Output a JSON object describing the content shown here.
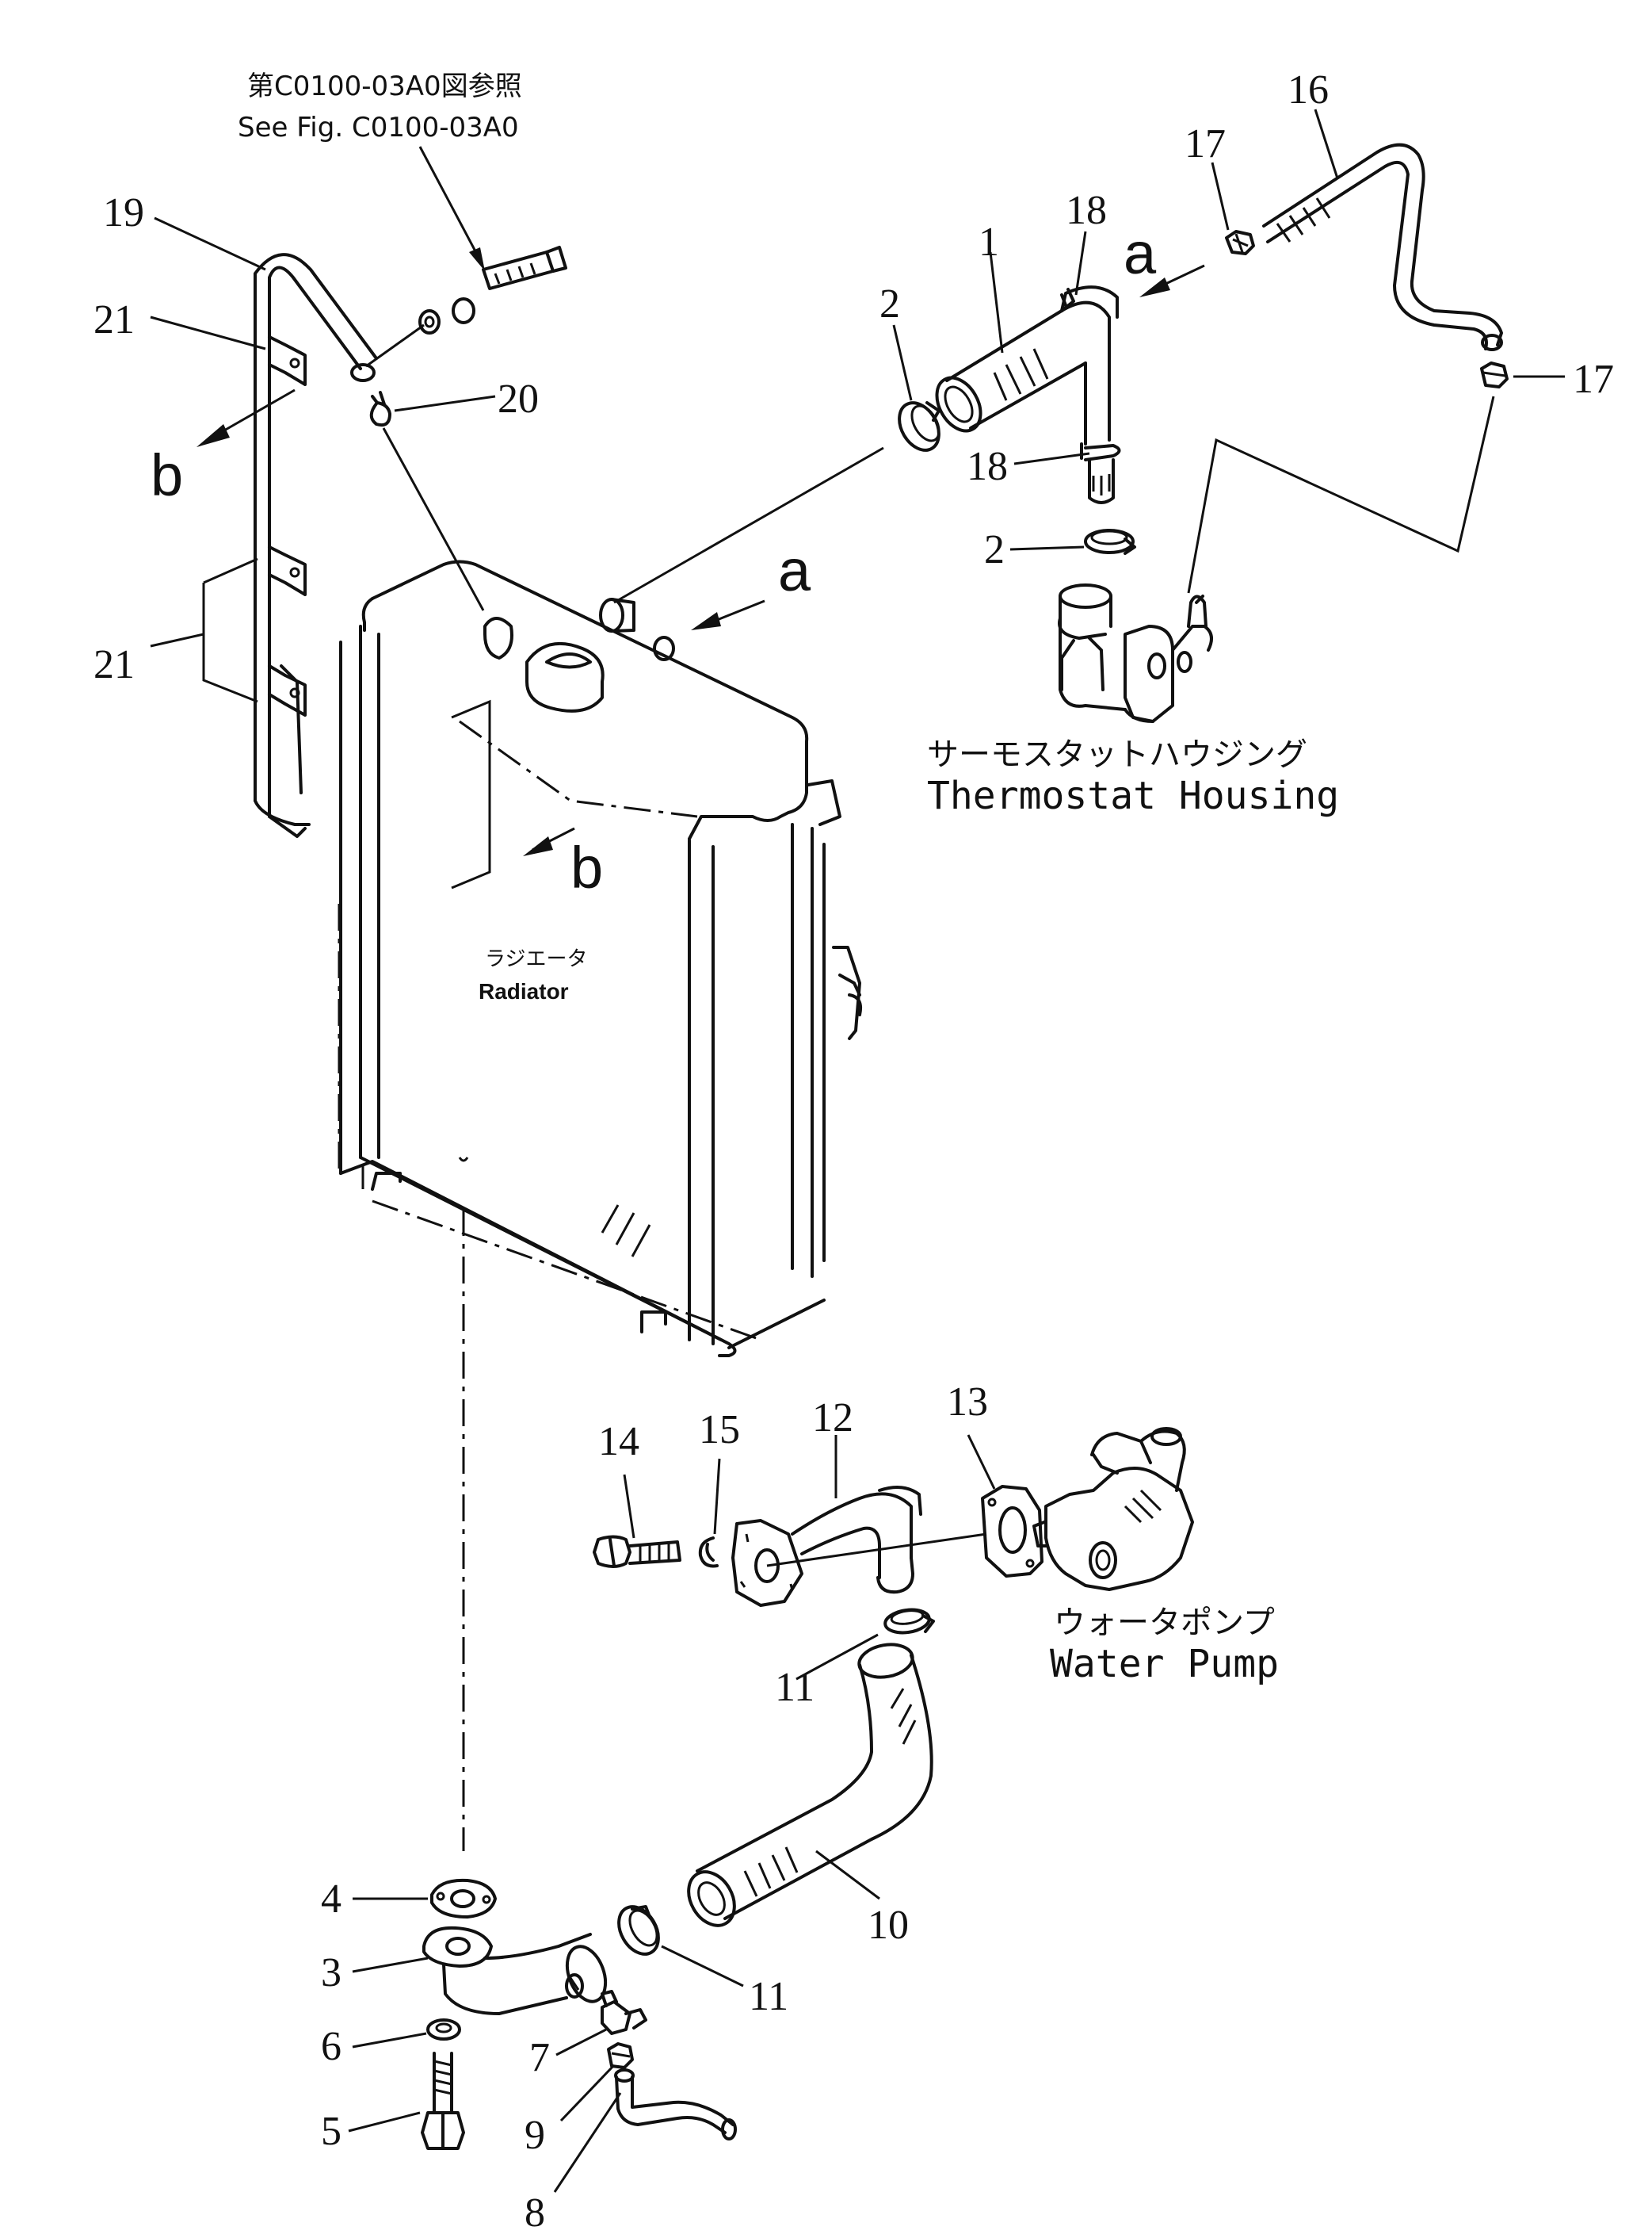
{
  "reference": {
    "jp": "第C0100-03A0図参照",
    "en": "See Fig. C0100-03A0"
  },
  "components": {
    "thermostat_housing": {
      "jp": "サーモスタットハウジング",
      "en": "Thermostat Housing"
    },
    "radiator": {
      "jp": "ラジエータ",
      "en": "Radiator"
    },
    "water_pump": {
      "jp": "ウォータポンプ",
      "en": "Water Pump"
    }
  },
  "view_markers": {
    "a": "a",
    "b": "b"
  },
  "callouts": {
    "p1": "1",
    "p2": "2",
    "p3": "3",
    "p4": "4",
    "p5": "5",
    "p6": "6",
    "p7": "7",
    "p8": "8",
    "p9": "9",
    "p10": "10",
    "p11": "11",
    "p12": "12",
    "p13": "13",
    "p14": "14",
    "p15": "15",
    "p16": "16",
    "p17": "17",
    "p18": "18",
    "p19": "19",
    "p20": "20",
    "p21": "21"
  }
}
